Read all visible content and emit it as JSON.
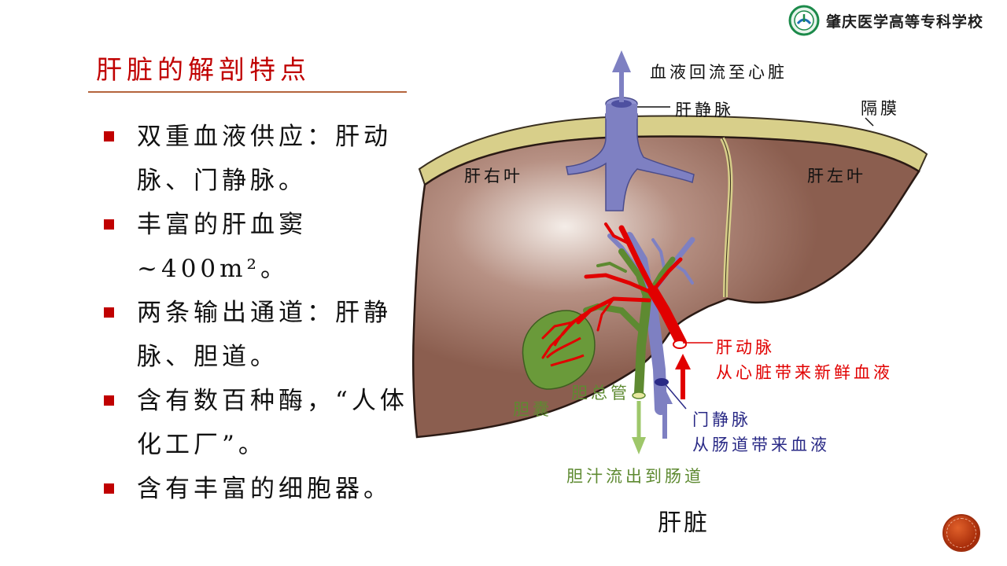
{
  "slide": {
    "title": "肝脏的解剖特点"
  },
  "logo": {
    "school_name": "肇庆医学高等专科学校"
  },
  "bullets": [
    "双重血液供应：肝动脉、门静脉。",
    "丰富的肝血窦~400m²。",
    "两条输出通道：肝静脉、胆道。",
    "含有数百种酶，“人体化工厂”。",
    "含有丰富的细胞器。"
  ],
  "diagram": {
    "caption": "肝脏",
    "labels": {
      "blood_return": "血液回流至心脏",
      "hepatic_vein": "肝静脉",
      "diaphragm": "隔膜",
      "right_lobe": "肝右叶",
      "left_lobe": "肝左叶",
      "hepatic_artery": "肝动脉",
      "hepatic_artery_desc": "从心脏带来新鲜血液",
      "common_bile_duct": "胆总管",
      "gallbladder": "胆囊",
      "portal_vein": "门静脉",
      "portal_vein_desc": "从肠道带来血液",
      "bile_flow": "胆汁流出到肠道"
    },
    "colors": {
      "liver": "#8b5e4f",
      "artery": "#e10000",
      "vein": "#7e80c2",
      "bile": "#5e8a31",
      "diaphragm": "#d8cf8a"
    }
  }
}
